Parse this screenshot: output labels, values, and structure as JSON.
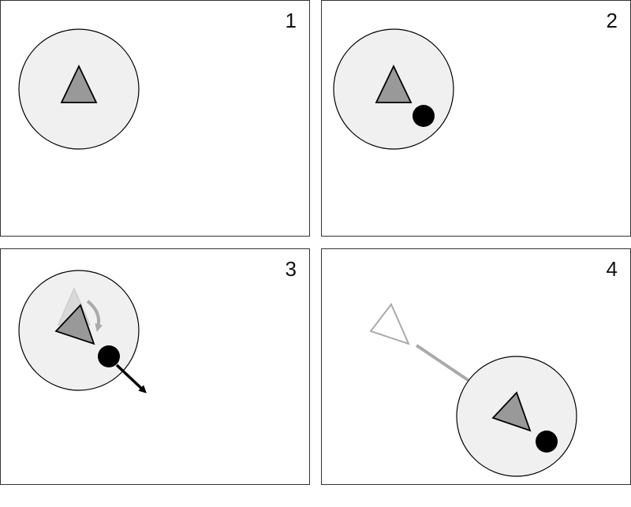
{
  "panels": [
    {
      "number": "1"
    },
    {
      "number": "2"
    },
    {
      "number": "3"
    },
    {
      "number": "4"
    }
  ],
  "colors": {
    "range_circle": "#f0f0f0",
    "triangle": "#999999",
    "ghost_triangle": "#d9d9d9",
    "dot": "#000000",
    "motion_arrow": "#000000",
    "gray_arrow": "#aaaaaa"
  }
}
